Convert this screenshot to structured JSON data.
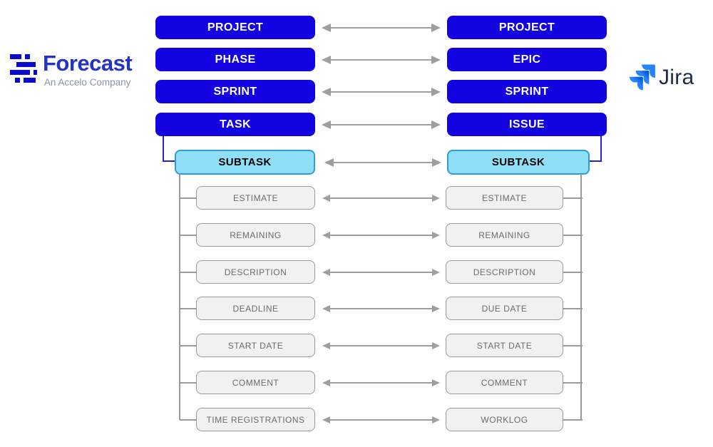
{
  "forecast_logo": {
    "name": "Forecast",
    "tagline": "An Accelo Company"
  },
  "jira_logo": {
    "name": "Jira"
  },
  "colors": {
    "entity_blue": "#1203e0",
    "subtask_fill": "#8fe0f7",
    "subtask_border": "#2d9cdb",
    "attr_fill": "#f1f1f1",
    "attr_border": "#9a9a9a",
    "attr_text": "#6b6b6b",
    "arrow_gray": "#9e9e9e",
    "connector_blue": "#2420e0",
    "forecast_brand": "#2433c4",
    "jira_text": "#1c2b4a",
    "jira_icon_blue": "#2684FF",
    "jira_icon_dark": "#0052CC"
  },
  "mapping": {
    "entities": [
      {
        "forecast": "PROJECT",
        "jira": "PROJECT"
      },
      {
        "forecast": "PHASE",
        "jira": "EPIC"
      },
      {
        "forecast": "SPRINT",
        "jira": "SPRINT"
      },
      {
        "forecast": "TASK",
        "jira": "ISSUE"
      }
    ],
    "subtask": {
      "forecast": "SUBTASK",
      "jira": "SUBTASK"
    },
    "attributes": [
      {
        "forecast": "ESTIMATE",
        "jira": "ESTIMATE"
      },
      {
        "forecast": "REMAINING",
        "jira": "REMAINING"
      },
      {
        "forecast": "DESCRIPTION",
        "jira": "DESCRIPTION"
      },
      {
        "forecast": "DEADLINE",
        "jira": "DUE DATE"
      },
      {
        "forecast": "START DATE",
        "jira": "START DATE"
      },
      {
        "forecast": "COMMENT",
        "jira": "COMMENT"
      },
      {
        "forecast": "TIME REGISTRATIONS",
        "jira": "WORKLOG"
      }
    ]
  }
}
